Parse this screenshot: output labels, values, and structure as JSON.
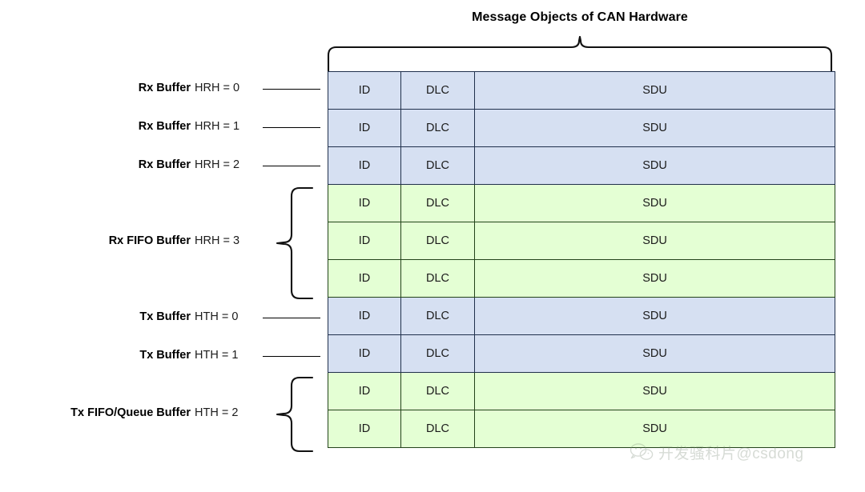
{
  "diagram": {
    "title": "Message Objects of CAN Hardware",
    "columns": [
      "ID",
      "DLC",
      "SDU"
    ],
    "colors": {
      "rx_tx_buffer_fill": "#d6e0f2",
      "rx_tx_buffer_border": "#20304c",
      "fifo_fill": "#e4ffd4",
      "fifo_border": "#23431a",
      "text": "#1b1b1b",
      "line": "#000000"
    },
    "groups": [
      {
        "name": "Rx Buffer",
        "handle": "HRH = 0",
        "connector": "line",
        "style": "blue",
        "rows": 1
      },
      {
        "name": "Rx Buffer",
        "handle": "HRH = 1",
        "connector": "line",
        "style": "blue",
        "rows": 1
      },
      {
        "name": "Rx Buffer",
        "handle": "HRH = 2",
        "connector": "line",
        "style": "blue",
        "rows": 1
      },
      {
        "name": "Rx FIFO Buffer",
        "handle": "HRH = 3",
        "connector": "brace",
        "style": "green",
        "rows": 3
      },
      {
        "name": "Tx Buffer",
        "handle": "HTH = 0",
        "connector": "line",
        "style": "blue",
        "rows": 1
      },
      {
        "name": "Tx Buffer",
        "handle": "HTH = 1",
        "connector": "line",
        "style": "blue",
        "rows": 1
      },
      {
        "name": "Tx FIFO/Queue Buffer",
        "handle": "HTH = 2",
        "connector": "brace",
        "style": "green",
        "rows": 2
      }
    ],
    "table_rows": [
      {
        "style": "blue",
        "id": "ID",
        "dlc": "DLC",
        "sdu": "SDU"
      },
      {
        "style": "blue",
        "id": "ID",
        "dlc": "DLC",
        "sdu": "SDU"
      },
      {
        "style": "blue",
        "id": "ID",
        "dlc": "DLC",
        "sdu": "SDU"
      },
      {
        "style": "green",
        "id": "ID",
        "dlc": "DLC",
        "sdu": "SDU"
      },
      {
        "style": "green",
        "id": "ID",
        "dlc": "DLC",
        "sdu": "SDU"
      },
      {
        "style": "green",
        "id": "ID",
        "dlc": "DLC",
        "sdu": "SDU"
      },
      {
        "style": "blue",
        "id": "ID",
        "dlc": "DLC",
        "sdu": "SDU"
      },
      {
        "style": "blue",
        "id": "ID",
        "dlc": "DLC",
        "sdu": "SDU"
      },
      {
        "style": "green",
        "id": "ID",
        "dlc": "DLC",
        "sdu": "SDU"
      },
      {
        "style": "green",
        "id": "ID",
        "dlc": "DLC",
        "sdu": "SDU"
      }
    ]
  },
  "watermark": {
    "text": "开发骚科片@csdong",
    "logo": "wechat-icon"
  }
}
